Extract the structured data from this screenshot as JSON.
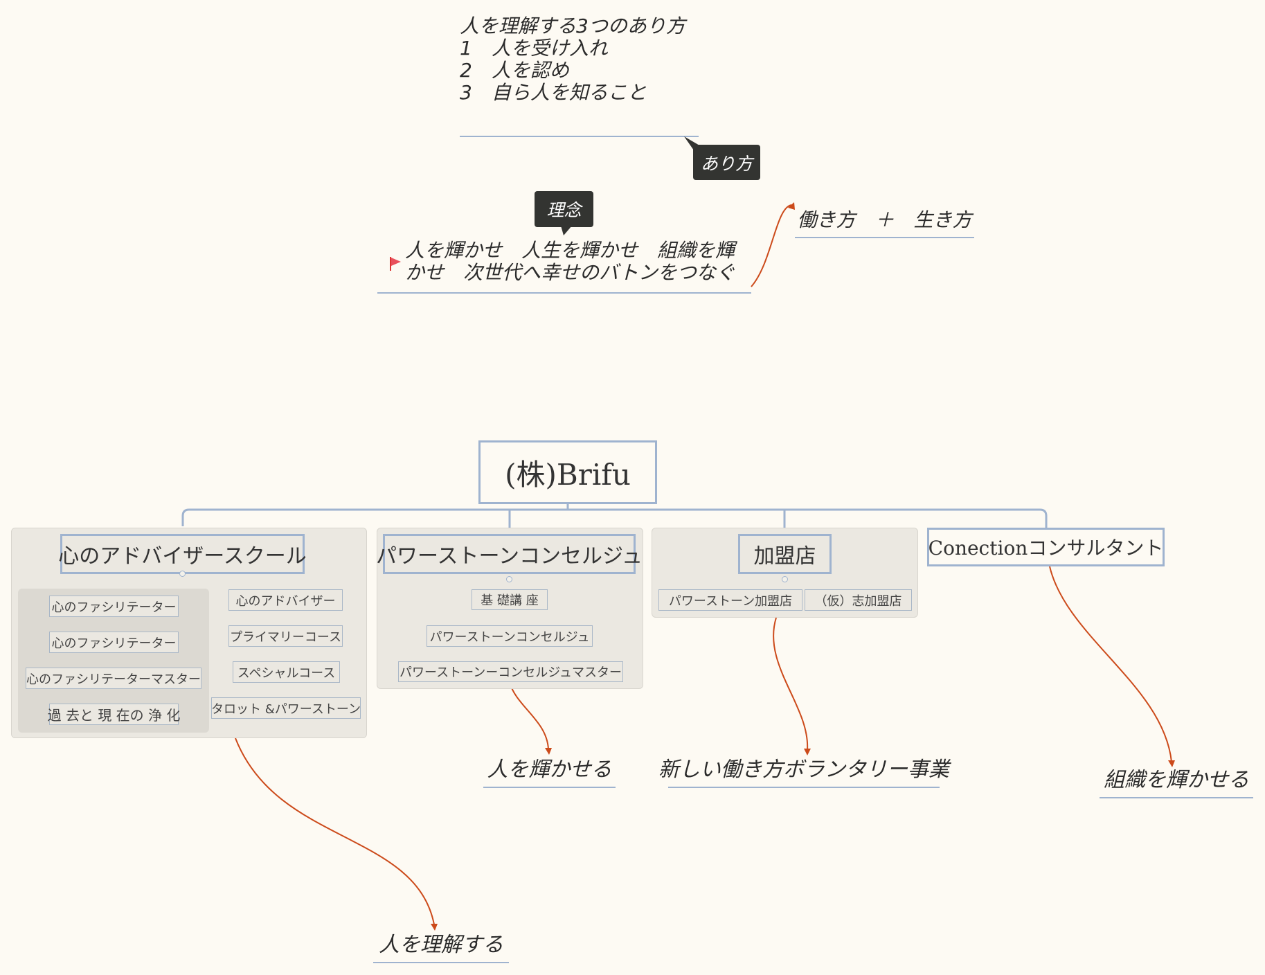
{
  "notes": {
    "philosophy_lines": [
      "人を理解する3つのあり方",
      "1　人を受け入れ",
      "2　人を認め",
      "3　自ら人を知ること"
    ],
    "philosophy_callout": "あり方",
    "principle_callout": "理念",
    "principle_text": "人を輝かせ　人生を輝かせ　組織を輝かせ　次世代へ幸せのバトンをつなぐ",
    "work_life": "働き方　＋　生き方"
  },
  "root": {
    "label": "(株)Brifu"
  },
  "branches": {
    "school": {
      "label": "心のアドバイザースクール",
      "facilitator_chain": [
        "心のファシリテーター",
        "心のファシリテーター",
        "心のファシリテーターマスター",
        "過 去と 現 在の 浄 化"
      ],
      "advisor_chain": [
        "心のアドバイザー",
        "プライマリーコース",
        "スペシャルコース",
        "タロット &パワーストーン"
      ]
    },
    "powerstone": {
      "label": "パワーストーンコンセルジュ",
      "chain": [
        "基 礎講 座",
        "パワーストーンコンセルジュ",
        "パワーストーンーコンセルジュマスター"
      ]
    },
    "franchise": {
      "label": "加盟店",
      "children": [
        "パワーストーン加盟店",
        "（仮）志加盟店"
      ]
    },
    "consultant": {
      "label": "Conectionコンサルタント"
    }
  },
  "floating": {
    "understand": "人を理解する",
    "shine_people": "人を輝かせる",
    "new_work": "新しい働き方ボランタリー事業",
    "shine_org": "組織を輝かせる"
  },
  "colors": {
    "background": "#fdfaf3",
    "line": "#9fb3cf",
    "relation": "#cc4a1a",
    "callout": "#333431",
    "flag": "#e8505b"
  },
  "icons": [
    "flag-icon",
    "collapse-icon"
  ]
}
